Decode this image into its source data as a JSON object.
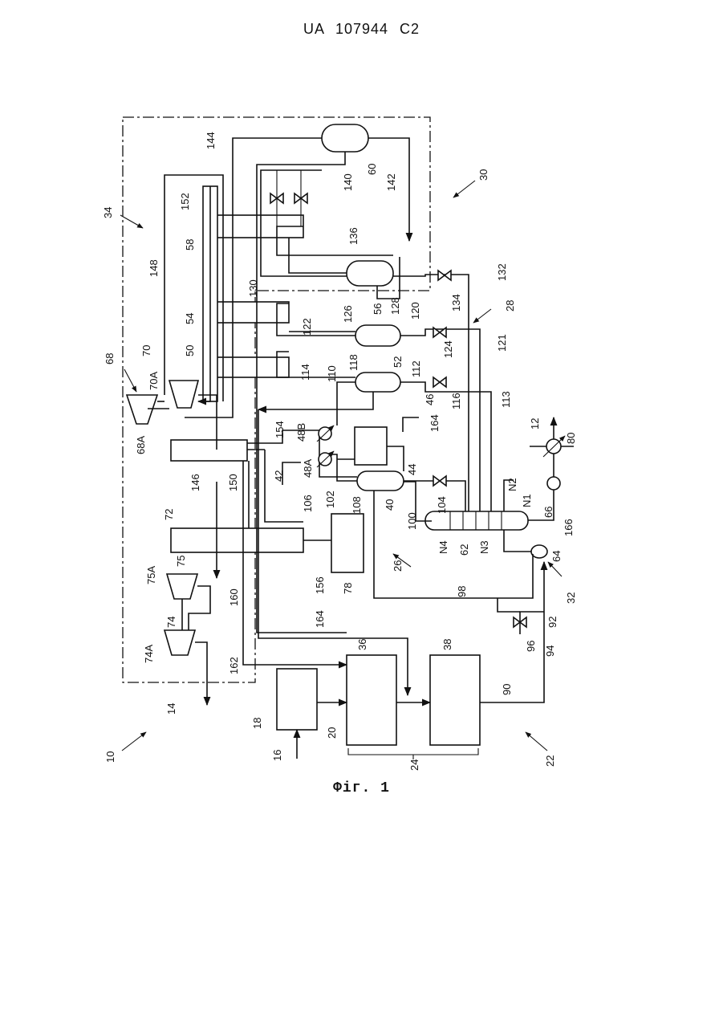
{
  "header": {
    "text": "UA  107944  C2"
  },
  "caption": {
    "text": "Фіг. 1"
  },
  "labels": {
    "l10": "10",
    "l12": "12",
    "l14": "14",
    "l16": "16",
    "l18": "18",
    "l20": "20",
    "l22": "22",
    "l24": "24",
    "l26": "26",
    "l28": "28",
    "l30": "30",
    "l32": "32",
    "l34": "34",
    "l36": "36",
    "l38": "38",
    "l40": "40",
    "l42": "42",
    "l44": "44",
    "l46": "46",
    "l48A": "48A",
    "l48B": "48B",
    "l50": "50",
    "l52": "52",
    "l54": "54",
    "l56": "56",
    "l58": "58",
    "l60": "60",
    "l62": "62",
    "l64": "64",
    "l66": "66",
    "l68": "68",
    "l68A": "68A",
    "l70": "70",
    "l70A": "70A",
    "l72": "72",
    "l74": "74",
    "l74A": "74A",
    "l75": "75",
    "l75A": "75A",
    "l78": "78",
    "l80": "80",
    "l90": "90",
    "l92": "92",
    "l94": "94",
    "l96": "96",
    "l98": "98",
    "l100": "100",
    "l102": "102",
    "l104": "104",
    "l106": "106",
    "l108": "108",
    "l110": "110",
    "l112": "112",
    "l113": "113",
    "l114": "114",
    "l116": "116",
    "l118": "118",
    "l120": "120",
    "l121": "121",
    "l122": "122",
    "l124": "124",
    "l126": "126",
    "l128": "128",
    "l130": "130",
    "l132": "132",
    "l134": "134",
    "l136": "136",
    "l140": "140",
    "l142": "142",
    "l144": "144",
    "l146": "146",
    "l148": "148",
    "l150": "150",
    "l152": "152",
    "l154": "154",
    "l156": "156",
    "l160": "160",
    "l162": "162",
    "l164a": "164",
    "l164b": "164",
    "l166": "166",
    "lN1": "N1",
    "lN2": "N2",
    "lN3": "N3",
    "lN4": "N4"
  }
}
